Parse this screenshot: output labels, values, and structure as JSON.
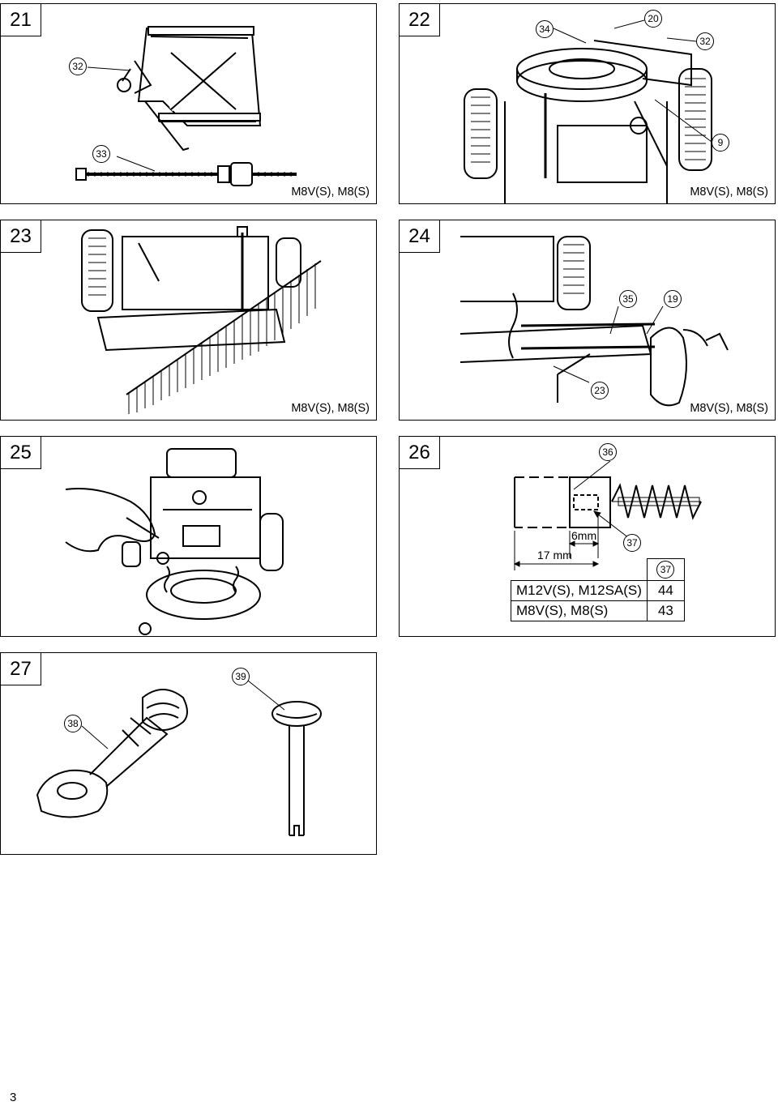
{
  "page": {
    "number": "3"
  },
  "figures": [
    {
      "id": "21",
      "model": "M8V(S), M8(S)",
      "callouts": [
        "32",
        "33"
      ]
    },
    {
      "id": "22",
      "model": "M8V(S), M8(S)",
      "callouts": [
        "34",
        "20",
        "32",
        "9"
      ]
    },
    {
      "id": "23",
      "model": "M8V(S), M8(S)",
      "callouts": []
    },
    {
      "id": "24",
      "model": "M8V(S), M8(S)",
      "callouts": [
        "35",
        "19",
        "23"
      ]
    },
    {
      "id": "25",
      "model": "",
      "callouts": []
    },
    {
      "id": "26",
      "model": "",
      "callouts": [
        "36",
        "37"
      ],
      "dimensions": {
        "brush_limit": "6mm",
        "brush_length": "17 mm"
      },
      "table": {
        "header": "37",
        "rows": [
          {
            "model": "M12V(S), M12SA(S)",
            "value": "44"
          },
          {
            "model": "M8V(S), M8(S)",
            "value": "43"
          }
        ]
      }
    },
    {
      "id": "27",
      "model": "",
      "callouts": [
        "38",
        "39"
      ]
    }
  ]
}
